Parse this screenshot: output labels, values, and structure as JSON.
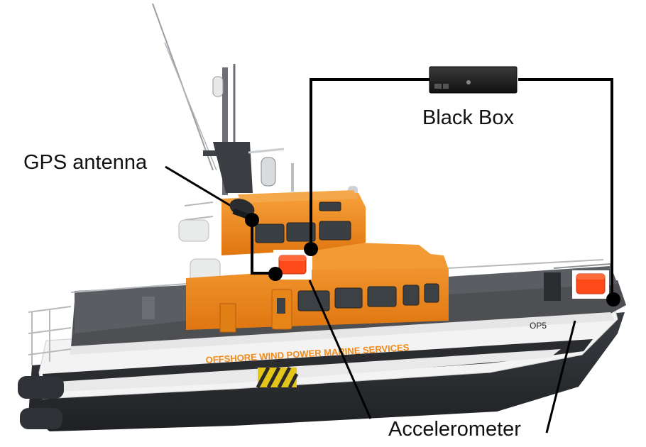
{
  "labels": {
    "black_box": "Black Box",
    "gps_antenna": "GPS antenna",
    "accelerometer": "Accelerometer"
  },
  "vessel": {
    "hull_text": "OFFSHORE WIND POWER MARINE SERVICES",
    "bow_id": "OP5"
  },
  "colors": {
    "cabin_orange": "#f08a1a",
    "sensor_red": "#ff4a1a",
    "hull_dark": "#2c2f33",
    "hull_white": "#f3f3f3",
    "deck_grey": "#4d4f52",
    "wire": "#000000"
  },
  "icons": [
    "gps-antenna-icon",
    "accelerometer-icon",
    "black-box-icon"
  ]
}
